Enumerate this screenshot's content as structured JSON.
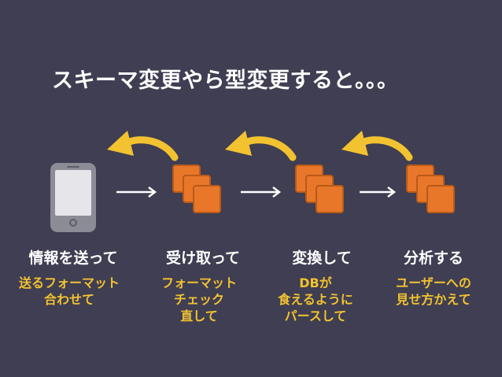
{
  "title": "スキーマ変更やら型変更すると。。。",
  "colors": {
    "background": "#3f3e52",
    "title_text": "#ffffff",
    "note_text": "#f2c230",
    "server_fill": "#e8772a",
    "server_edge": "#b85a18",
    "return_arrow": "#f2c230",
    "flow_arrow": "#ffffff",
    "phone_body": "#8c8c96"
  },
  "stages": [
    {
      "icon": "smartphone-icon",
      "label": "情報を送って",
      "note": "送るフォーマット\n合わせて"
    },
    {
      "icon": "server-stack-icon",
      "label": "受け取って",
      "note": "フォーマット\nチェック\n直して"
    },
    {
      "icon": "server-stack-icon",
      "label": "変換して",
      "note": "DBが\n食えるように\nパースして"
    },
    {
      "icon": "server-stack-icon",
      "label": "分析する",
      "note": "ユーザーへの\n見せ方かえて"
    }
  ]
}
